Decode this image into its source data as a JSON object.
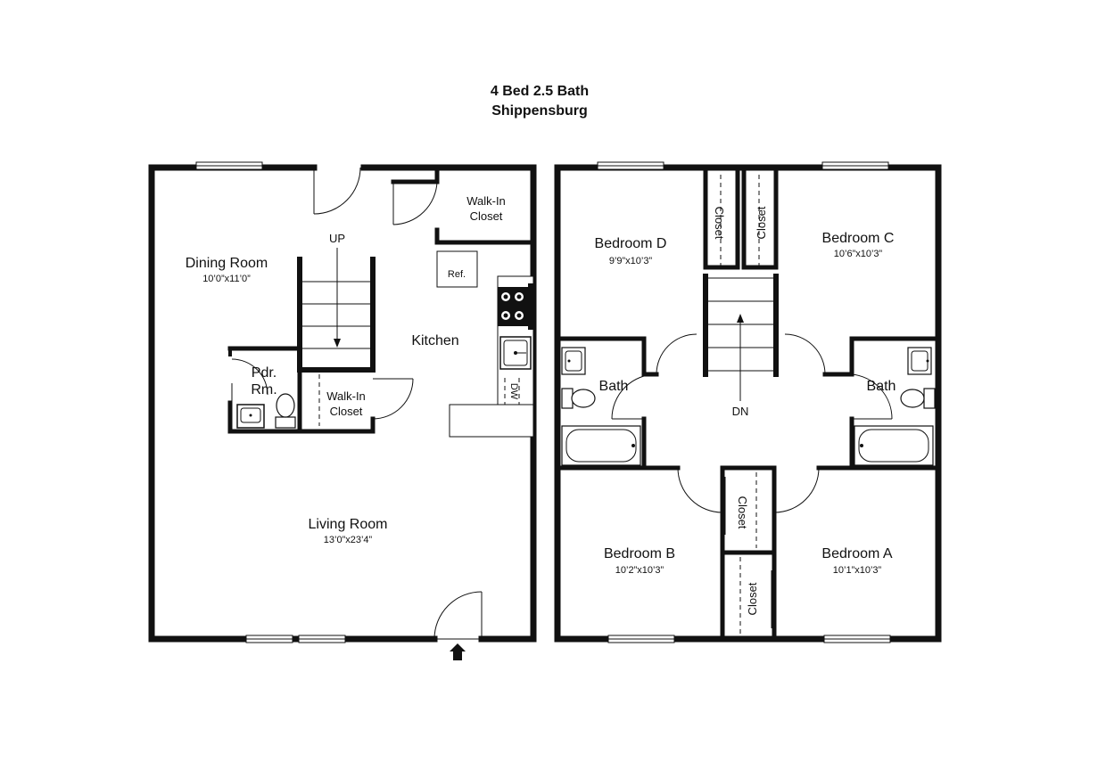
{
  "title": {
    "line1": "4 Bed 2.5 Bath",
    "line2": "Shippensburg"
  },
  "first_floor": {
    "dining_room": {
      "name": "Dining Room",
      "size": "10’0”x11’0”"
    },
    "living_room": {
      "name": "Living Room",
      "size": "13’0”x23’4”"
    },
    "kitchen": {
      "name": "Kitchen"
    },
    "walk_in_closet_upper": {
      "line1": "Walk-In",
      "line2": "Closet"
    },
    "walk_in_closet_lower": {
      "line1": "Walk-In",
      "line2": "Closet"
    },
    "powder_room": {
      "line1": "Pdr.",
      "line2": "Rm."
    },
    "refrigerator": "Ref.",
    "dishwasher": "DW",
    "stairs": "UP"
  },
  "second_floor": {
    "bedroom_d": {
      "name": "Bedroom D",
      "size": "9’9”x10’3”"
    },
    "bedroom_c": {
      "name": "Bedroom C",
      "size": "10’6”x10’3”"
    },
    "bedroom_b": {
      "name": "Bedroom B",
      "size": "10’2”x10’3”"
    },
    "bedroom_a": {
      "name": "Bedroom A",
      "size": "10’1”x10’3”"
    },
    "bath_left": "Bath",
    "bath_right": "Bath",
    "closet_d": "Closet",
    "closet_c": "Closet",
    "closet_b": "Closet",
    "closet_a": "Closet",
    "stairs": "DN"
  }
}
